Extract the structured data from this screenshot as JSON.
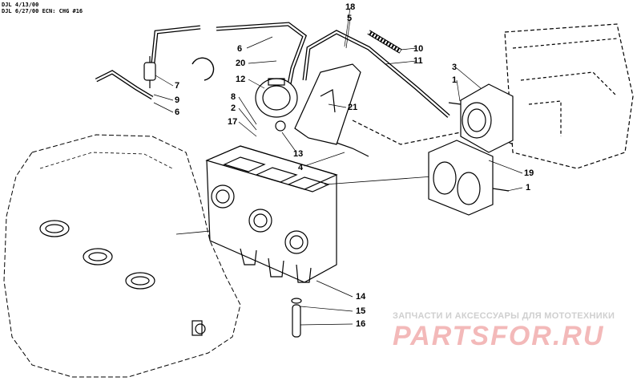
{
  "header_notes": [
    "DJL 4/13/00",
    "DJL 6/27/00 ECN: CHG #16"
  ],
  "callouts": [
    {
      "key": "c18",
      "text": "18"
    },
    {
      "key": "c5",
      "text": "5"
    },
    {
      "key": "c10",
      "text": "10"
    },
    {
      "key": "c11",
      "text": "11"
    },
    {
      "key": "c6a",
      "text": "6"
    },
    {
      "key": "c20",
      "text": "20"
    },
    {
      "key": "c12",
      "text": "12"
    },
    {
      "key": "c7",
      "text": "7"
    },
    {
      "key": "c9",
      "text": "9"
    },
    {
      "key": "c6b",
      "text": "6"
    },
    {
      "key": "c8",
      "text": "8"
    },
    {
      "key": "c2",
      "text": "2"
    },
    {
      "key": "c17",
      "text": "17"
    },
    {
      "key": "c21",
      "text": "21"
    },
    {
      "key": "c13",
      "text": "13"
    },
    {
      "key": "c4",
      "text": "4"
    },
    {
      "key": "c3",
      "text": "3"
    },
    {
      "key": "c1a",
      "text": "1"
    },
    {
      "key": "c19",
      "text": "19"
    },
    {
      "key": "c1b",
      "text": "1"
    },
    {
      "key": "c14",
      "text": "14"
    },
    {
      "key": "c15",
      "text": "15"
    },
    {
      "key": "c16",
      "text": "16"
    }
  ],
  "watermark": {
    "tagline": "ЗАПЧАСТИ И АКСЕССУАРЫ ДЛЯ МОТОТЕХНИКИ",
    "logo": "PARTSFOR.RU"
  }
}
